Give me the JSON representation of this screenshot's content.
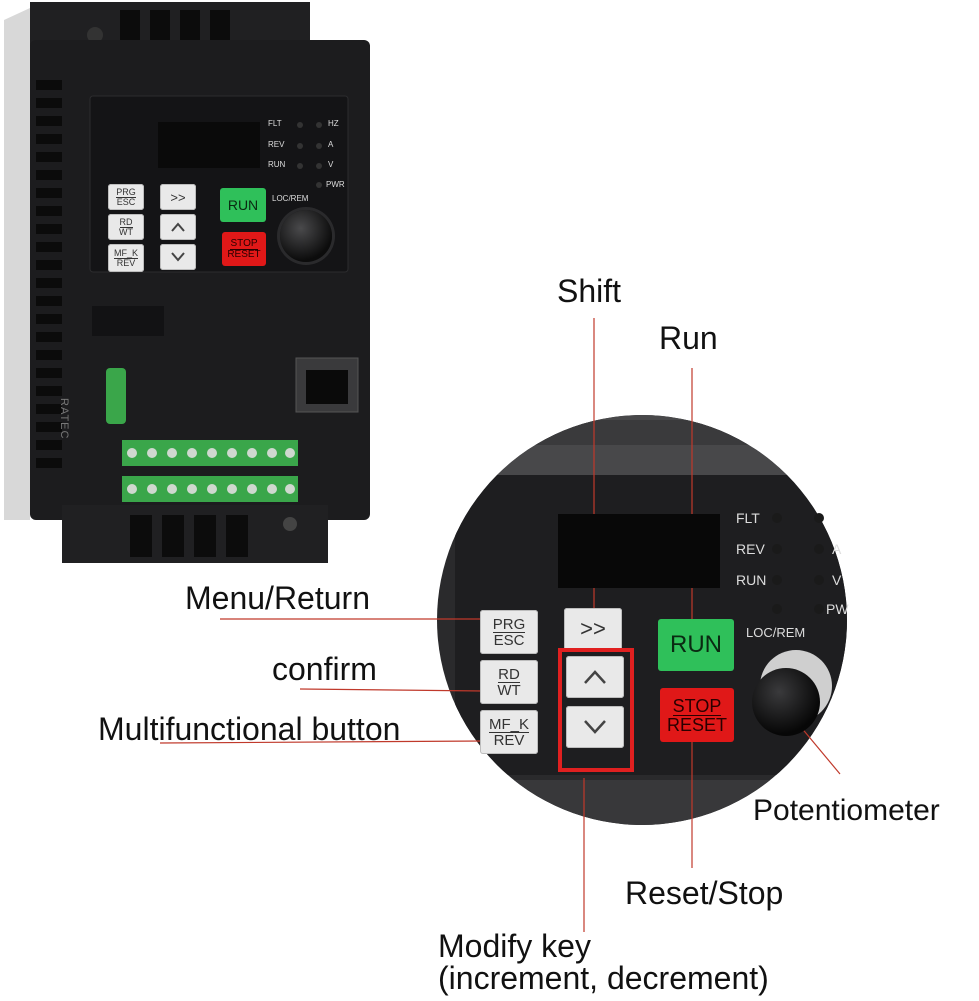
{
  "device": {
    "side_text": "RATEC",
    "panel": {
      "key_prg_top": "PRG",
      "key_prg_bottom": "ESC",
      "key_rd_top": "RD",
      "key_rd_bottom": "WT",
      "key_mf_top": "MF_K",
      "key_mf_bottom": "REV",
      "key_shift": ">>",
      "key_run": "RUN",
      "key_stop_top": "STOP",
      "key_stop_bottom": "RESET",
      "leds_left": [
        "FLT",
        "REV",
        "RUN"
      ],
      "leds_right": [
        "HZ",
        "A",
        "V",
        "PWR"
      ],
      "loc_rem": "LOC/REM"
    }
  },
  "zoom": {
    "key_prg_top": "PRG",
    "key_prg_bottom": "ESC",
    "key_rd_top": "RD",
    "key_rd_bottom": "WT",
    "key_mf_top": "MF_K",
    "key_mf_bottom": "REV",
    "key_shift": ">>",
    "key_run": "RUN",
    "key_stop_top": "STOP",
    "key_stop_bottom": "RESET",
    "leds_left": [
      "FLT",
      "REV",
      "RUN"
    ],
    "loc_rem": "LOC/REM",
    "edge_labels": [
      "A",
      "V",
      "PW"
    ]
  },
  "callouts": {
    "shift": "Shift",
    "run": "Run",
    "menu_return": "Menu/Return",
    "confirm": "confirm",
    "multifunctional": "Multifunctional button",
    "potentiometer": "Potentiometer",
    "reset_stop": "Reset/Stop",
    "modify_key_line1": "Modify key",
    "modify_key_line2": "(increment, decrement)"
  },
  "colors": {
    "body": "#1c1c1e",
    "run_green": "#2fc05a",
    "stop_red": "#e01818",
    "terminal_green": "#3aa64a",
    "callout_line": "#c0392b",
    "highlight_box": "#e02020"
  }
}
